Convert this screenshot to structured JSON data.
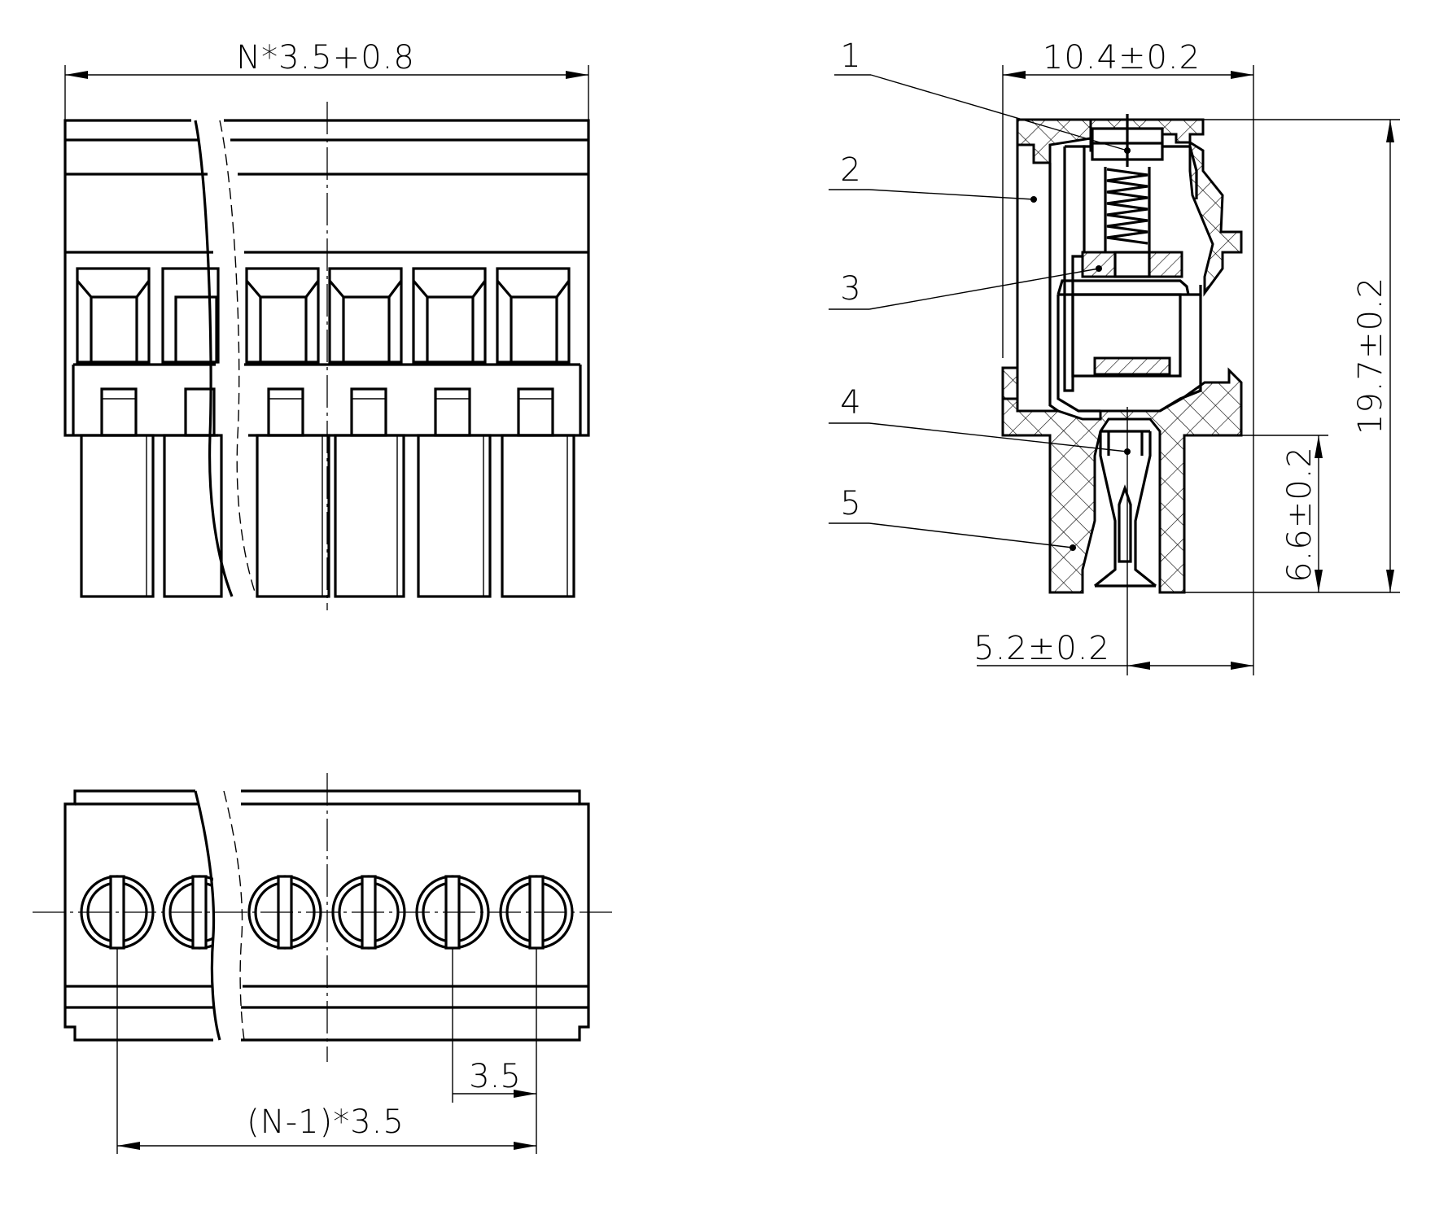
{
  "dimensions": {
    "overall_width": "N*3.5+0.8",
    "pitch_span": "(N-1)*3.5",
    "pitch": "3.5",
    "depth": "10.4±0.2",
    "height": "19.7±0.2",
    "pin_height": "6.6±0.2",
    "pin_offset": "5.2±0.2"
  },
  "callouts": [
    "1",
    "2",
    "3",
    "4",
    "5"
  ]
}
